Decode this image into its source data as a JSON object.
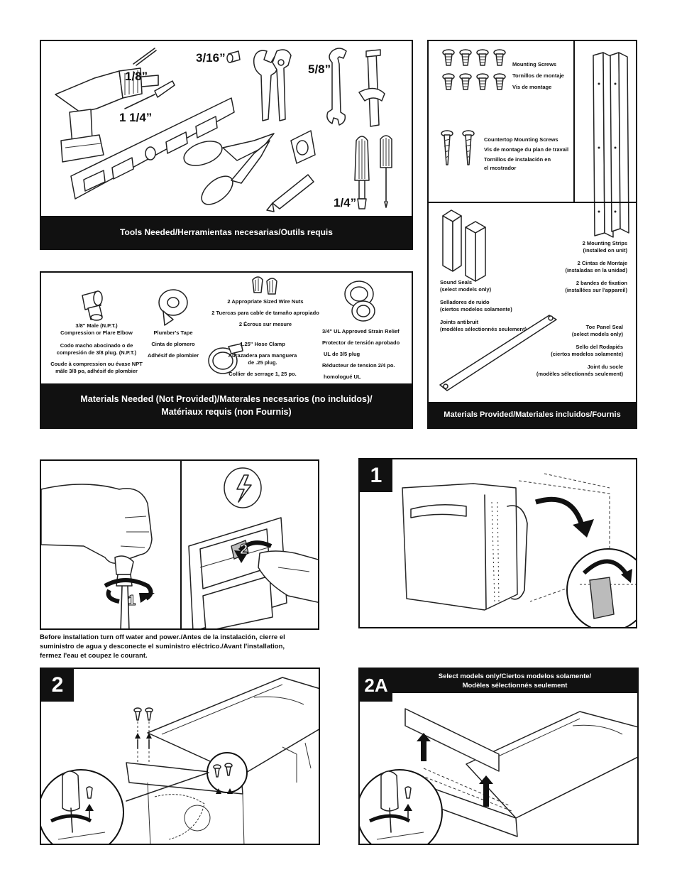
{
  "tools": {
    "bar_label": "Tools Needed/Herramientas necesarias/Outils requis",
    "size_1_8": "1/8”",
    "size_1_1_4": "1 1/4”",
    "size_3_16": "3/16”",
    "size_5_8": "5/8”",
    "size_1_4": "1/4”"
  },
  "provided": {
    "mounting_screws": [
      "Mounting Screws",
      "Tornillos de montaje",
      "Vis de montage"
    ],
    "countertop_screws": [
      "Countertop Mounting Screws",
      "Vis de montage du plan de travail",
      "Tornillos de instalación en",
      "el mostrador"
    ],
    "mounting_strips": [
      "2 Mounting Strips",
      "(installed on unit)",
      "2 Cintas de Montaje",
      "(instaladas en la unidad)",
      "2 bandes de fixation",
      "(installées sur l'appareil)"
    ],
    "sound_seals": [
      "Sound Seals",
      "(select models only)",
      "Selladores de ruido",
      "(ciertos modelos solamente)",
      "Joints antibruit",
      "(modèles sélectionnés seulement)"
    ],
    "toe_panel_seal": [
      "Toe Panel Seal",
      "(select models only)",
      "Sello del Rodapiés",
      "(ciertos modelos solamente)",
      "Joint du socle",
      "(modèles sélectionnés seulement)"
    ],
    "bar_label": "Materials Provided/Materiales incluidos/Fournis"
  },
  "materials": {
    "elbow": [
      "3/8\" Male (N.P.T.)",
      "Compression or Flare Elbow",
      "Codo macho abocinado o de",
      "compresión de 3/8 plug. (N.P.T.)",
      "Coude à compression ou évase NPT",
      "mâle 3/8 po, adhésif de plombier"
    ],
    "tape": [
      "Plumber's Tape",
      "Cinta de plomero",
      "Adhésif de plombier"
    ],
    "wire_nuts": [
      "2 Appropriate Sized Wire Nuts",
      "2 Tuercas para cable de tamaño apropiado",
      "2 Écrous sur mesure"
    ],
    "hose_clamp": [
      "1.25\" Hose Clamp",
      "Abrazadera para manguera",
      "de .25 plug.",
      "Collier de serrage 1, 25 po."
    ],
    "strain_relief": [
      "3/4\" UL Approved Strain Relief",
      "Protector de tensión aprobado",
      "UL de 3/5 plug",
      "Réducteur de tension 2/4 po.",
      "homologué UL"
    ],
    "bar_line1": "Materials Needed (Not Provided)/Materales necesarios (no incluidos)/",
    "bar_line2": "Matériaux requis (non Fournis)"
  },
  "shutoff": {
    "callout_1": "1",
    "callout_2": "2",
    "caption": [
      "Before installation turn off water and power./Antes de la instalación, cierre el",
      "suministro de agua y desconecte el suministro eléctrico./Avant l'installation,",
      "fermez l'eau et coupez le courant."
    ]
  },
  "step1": {
    "number": "1"
  },
  "step2": {
    "number": "2"
  },
  "step2a": {
    "number": "2A",
    "header": [
      "Select models only/Ciertos modelos solamente/",
      "Modèles sélectionnés seulement"
    ]
  }
}
